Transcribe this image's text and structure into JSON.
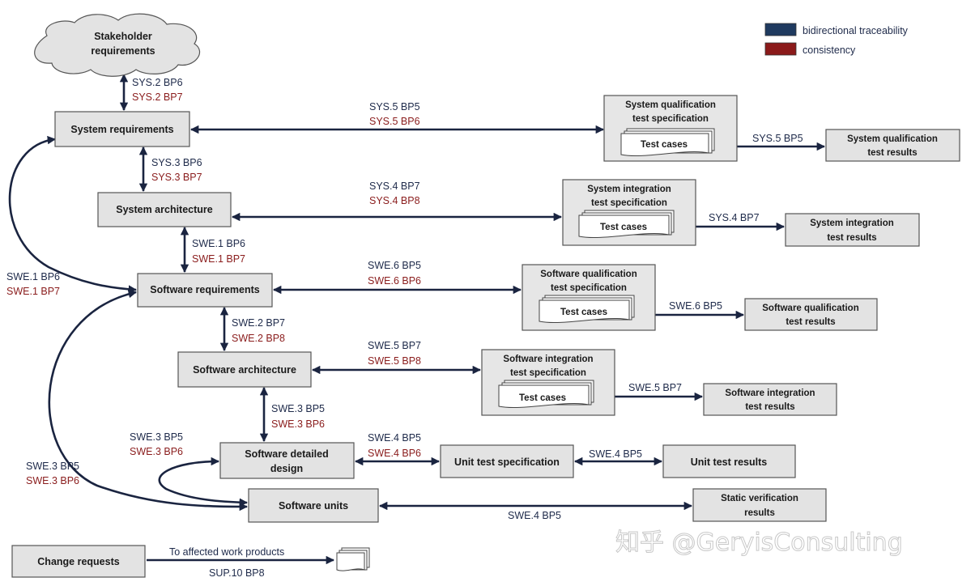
{
  "legend": {
    "items": [
      {
        "label": "bidirectional traceability",
        "color": "#1f3a5f"
      },
      {
        "label": "consistency",
        "color": "#8b1a1a"
      }
    ]
  },
  "nodes": {
    "stakeholder": {
      "line1": "Stakeholder",
      "line2": "requirements"
    },
    "system_requirements": "System requirements",
    "system_architecture": "System architecture",
    "software_requirements": "Software requirements",
    "software_architecture": "Software architecture",
    "software_detailed_design": {
      "line1": "Software detailed",
      "line2": "design"
    },
    "software_units": "Software units",
    "change_requests": "Change requests",
    "sys_qual_spec": {
      "line1": "System qualification",
      "line2": "test specification",
      "cases": "Test cases"
    },
    "sys_int_spec": {
      "line1": "System integration",
      "line2": "test specification",
      "cases": "Test cases"
    },
    "sw_qual_spec": {
      "line1": "Software qualification",
      "line2": "test specification",
      "cases": "Test cases"
    },
    "sw_int_spec": {
      "line1": "Software integration",
      "line2": "test specification",
      "cases": "Test cases"
    },
    "sys_qual_results": {
      "line1": "System qualification",
      "line2": "test results"
    },
    "sys_int_results": {
      "line1": "System integration",
      "line2": "test results"
    },
    "sw_qual_results": {
      "line1": "Software qualification",
      "line2": "test results"
    },
    "sw_int_results": {
      "line1": "Software integration",
      "line2": "test results"
    },
    "unit_test_spec": "Unit test specification",
    "unit_test_results": "Unit test results",
    "static_verification": {
      "line1": "Static verification",
      "line2": "results"
    }
  },
  "labels": {
    "sys2_bp6": "SYS.2 BP6",
    "sys2_bp7": "SYS.2 BP7",
    "sys5_bp5_top": "SYS.5 BP5",
    "sys5_bp6": "SYS.5 BP6",
    "sys5_bp5_right": "SYS.5 BP5",
    "sys3_bp6": "SYS.3 BP6",
    "sys3_bp7": "SYS.3 BP7",
    "sys4_bp7_top": "SYS.4 BP7",
    "sys4_bp8": "SYS.4 BP8",
    "sys4_bp7_right": "SYS.4 BP7",
    "swe1_bp6_mid": "SWE.1 BP6",
    "swe1_bp7_mid": "SWE.1 BP7",
    "swe1_bp6_left": "SWE.1 BP6",
    "swe1_bp7_left": "SWE.1 BP7",
    "swe6_bp5_top": "SWE.6 BP5",
    "swe6_bp6": "SWE.6 BP6",
    "swe6_bp5_right": "SWE.6 BP5",
    "swe2_bp7": "SWE.2 BP7",
    "swe2_bp8": "SWE.2 BP8",
    "swe5_bp7_top": "SWE.5 BP7",
    "swe5_bp8": "SWE.5 BP8",
    "swe5_bp7_right": "SWE.5 BP7",
    "swe3_bp5_mid": "SWE.3 BP5",
    "swe3_bp6_mid": "SWE.3 BP6",
    "swe3_bp5_loop": "SWE.3 BP5",
    "swe3_bp6_loop": "SWE.3 BP6",
    "swe3_bp5_left": "SWE.3 BP5",
    "swe3_bp6_left": "SWE.3 BP6",
    "swe4_bp5_top": "SWE.4 BP5",
    "swe4_bp6": "SWE.4 BP6",
    "swe4_bp5_unit": "SWE.4 BP5",
    "swe4_bp5_units": "SWE.4 BP5",
    "to_affected": "To affected work products",
    "sup10_bp8": "SUP.10 BP8"
  },
  "watermark": "知乎 @GeryisConsulting"
}
